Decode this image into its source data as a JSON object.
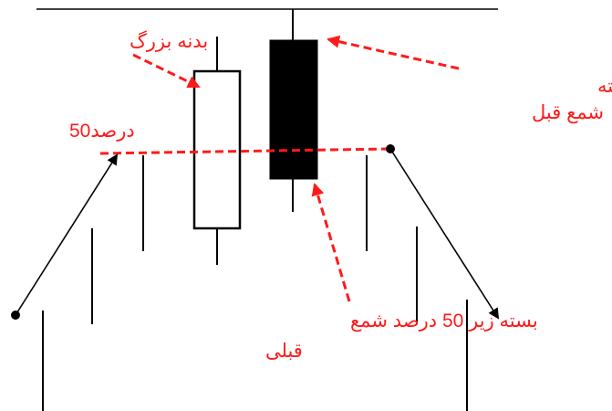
{
  "labels": {
    "big_body": "بدنه بزرگ",
    "gap_open_line1": "قیمت باز شدن بالا تر بسته",
    "gap_open_line2": "شمع قبل",
    "fifty_percent": "50درصد",
    "close_below_line1": "بسته زیر 50 درصد شمع",
    "close_below_line2": "قبلی"
  },
  "colors": {
    "annotation": "#ff1a1a",
    "line": "#000000",
    "bearish_candle_fill": "#000000",
    "bullish_candle_fill": "#ffffff"
  },
  "candles": [
    {
      "kind": "bullish",
      "role": "previous"
    },
    {
      "kind": "bearish",
      "role": "current"
    }
  ]
}
